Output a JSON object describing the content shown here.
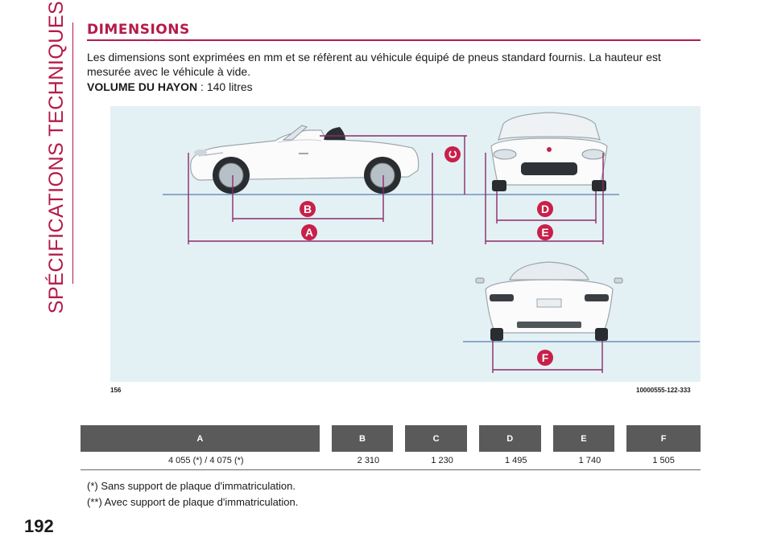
{
  "sidebar": {
    "section_title": "SPÉCIFICATIONS TECHNIQUES"
  },
  "page": {
    "number": "192"
  },
  "heading": {
    "title": "DIMENSIONS"
  },
  "intro": {
    "text": "Les dimensions sont exprimées en mm et se réfèrent au véhicule équipé de pneus standard fournis. La hauteur est mesurée avec le véhicule à vide."
  },
  "trunk": {
    "label": "VOLUME DU HAYON",
    "value": " : 140 litres"
  },
  "figure": {
    "number": "156",
    "code": "10000555-122-333",
    "labels": {
      "A": "A",
      "B": "B",
      "C": "C",
      "D": "D",
      "E": "E",
      "F": "F"
    },
    "colors": {
      "background": "#e3f1f4",
      "dimension_lines": "#8c2a6a",
      "badge": "#c8204a",
      "ground": "#5a7db0"
    }
  },
  "table": {
    "headers": [
      "A",
      "B",
      "C",
      "D",
      "E",
      "F"
    ],
    "rows": [
      [
        "4 055 (*) / 4 075 (*)",
        "2 310",
        "1 230",
        "1 495",
        "1 740",
        "1 505"
      ]
    ]
  },
  "notes": [
    "(*) Sans support de plaque d'immatriculation.",
    "(**) Avec support de plaque d'immatriculation."
  ]
}
